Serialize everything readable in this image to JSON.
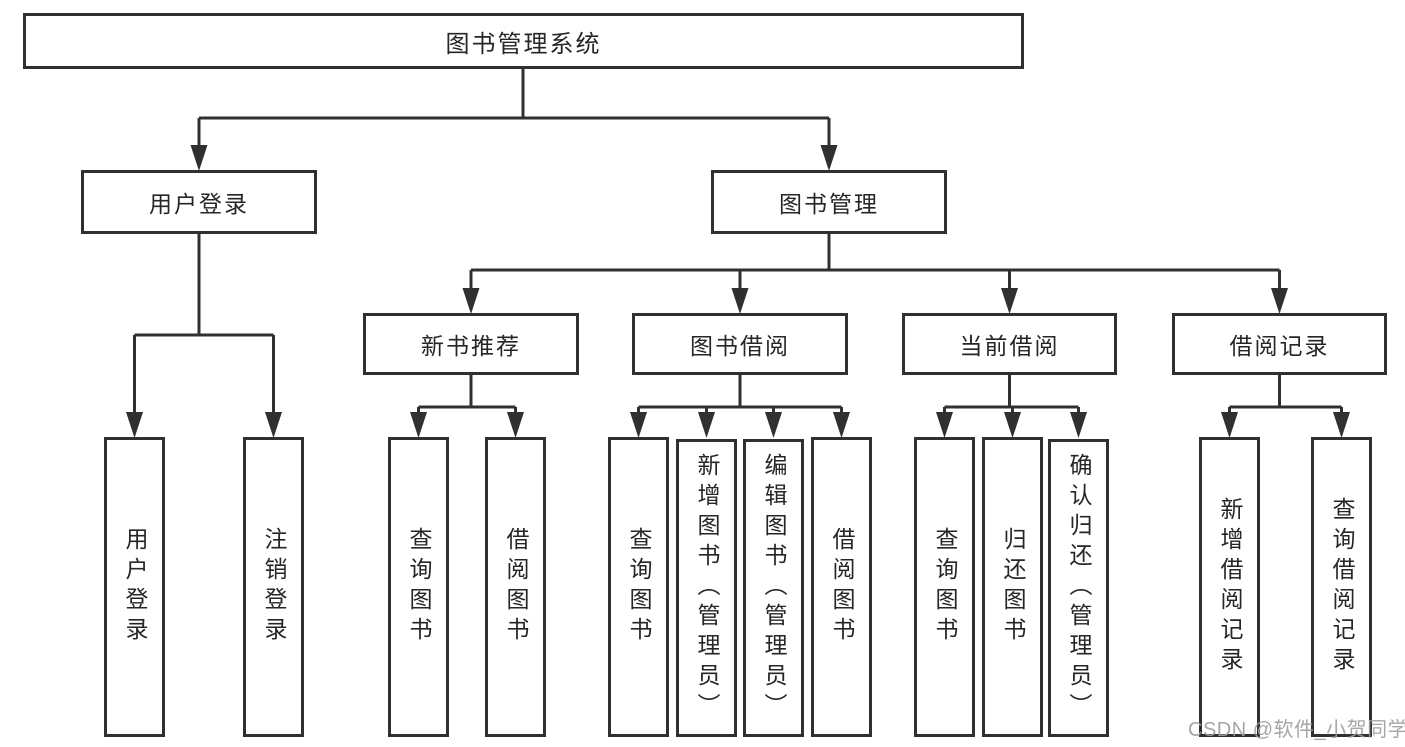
{
  "tree": {
    "root": {
      "label": "图书管理系统"
    },
    "branches": [
      {
        "label": "用户登录",
        "children": [
          {
            "label": "用户登录"
          },
          {
            "label": "注销登录"
          }
        ]
      },
      {
        "label": "图书管理",
        "children": [
          {
            "label": "新书推荐",
            "children": [
              {
                "label": "查询图书"
              },
              {
                "label": "借阅图书"
              }
            ]
          },
          {
            "label": "图书借阅",
            "children": [
              {
                "label": "查询图书"
              },
              {
                "label": "新增图书（管理员）"
              },
              {
                "label": "编辑图书（管理员）"
              },
              {
                "label": "借阅图书"
              }
            ]
          },
          {
            "label": "当前借阅",
            "children": [
              {
                "label": "查询图书"
              },
              {
                "label": "归还图书"
              },
              {
                "label": "确认归还（管理员）"
              }
            ]
          },
          {
            "label": "借阅记录",
            "children": [
              {
                "label": "新增借阅记录"
              },
              {
                "label": "查询借阅记录"
              }
            ]
          }
        ]
      }
    ]
  },
  "watermark": {
    "text": "CSDN @软件_小贺同学"
  },
  "colors": {
    "line": "#303030",
    "box_border": "#303030",
    "box_fill": "#ffffff",
    "text": "#262626",
    "watermark_text": "#9e9e9e",
    "background": "#ffffff"
  }
}
